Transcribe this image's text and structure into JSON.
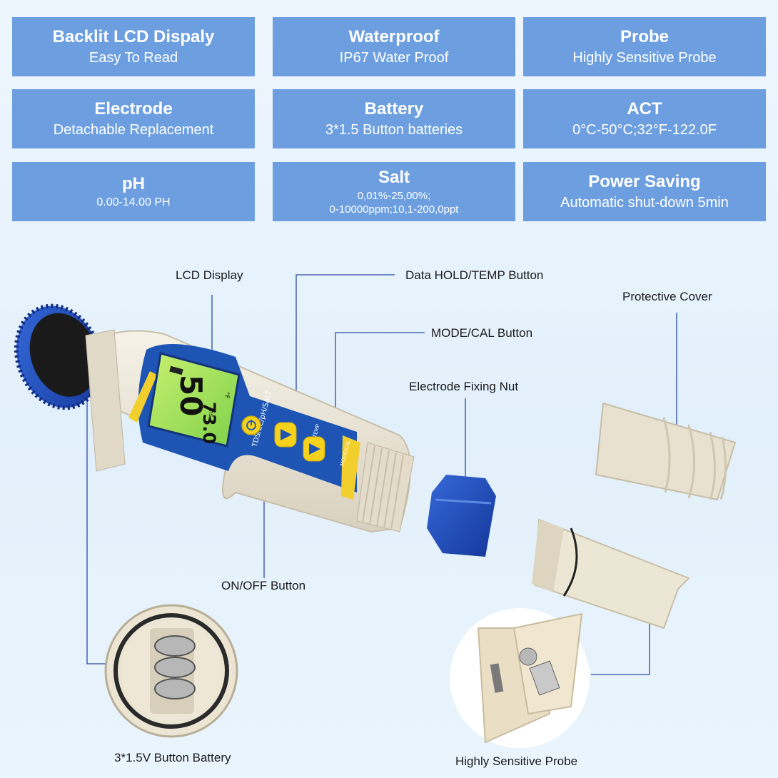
{
  "specs": [
    {
      "title": "Backlit LCD Dispaly",
      "subtitle": "Easy To Read"
    },
    {
      "title": "Waterproof",
      "subtitle": "IP67 Water Proof"
    },
    {
      "title": "Probe",
      "subtitle": "Highly Sensitive Probe"
    },
    {
      "title": "Electrode",
      "subtitle": "Detachable Replacement"
    },
    {
      "title": "Battery",
      "subtitle": "3*1.5 Button batteries"
    },
    {
      "title": "ACT",
      "subtitle": "0°C-50°C;32°F-122.0F"
    },
    {
      "title": "pH",
      "subtitle": "0.00-14.00 PH"
    },
    {
      "title": "Salt",
      "subtitle_line1": "0,01%-25,00%;",
      "subtitle_line2": "0-10000ppm;10,1-200,0ppt"
    },
    {
      "title": "Power Saving",
      "subtitle": "Automatic shut-down 5min"
    }
  ],
  "callouts": {
    "lcd_display": "LCD Display",
    "hold_temp": "Data HOLD/TEMP Button",
    "mode_cal": "MODE/CAL Button",
    "protective_cover": "Protective Cover",
    "fixing_nut": "Electrode Fixing Nut",
    "on_off": "ON/OFF Button",
    "battery": "3*1.5V Button Battery",
    "probe": "Highly Sensitive Probe"
  },
  "device": {
    "reading_main": "50",
    "reading_unit": "ms",
    "reading_temp": "73.0",
    "temp_unit": "°F",
    "mode_strip": "TDS/EC/pH/SALT",
    "hold_label": "HOLD/TEMP",
    "mode_label": "MODE/CAL"
  },
  "colors": {
    "card_bg": "#6d9fe0",
    "body_blue": "#1e55b5",
    "cap_blue": "#1f4bbd",
    "lcd_green": "#a4e05a",
    "button_yellow": "#f6d21c",
    "housing": "#ece6d6"
  }
}
